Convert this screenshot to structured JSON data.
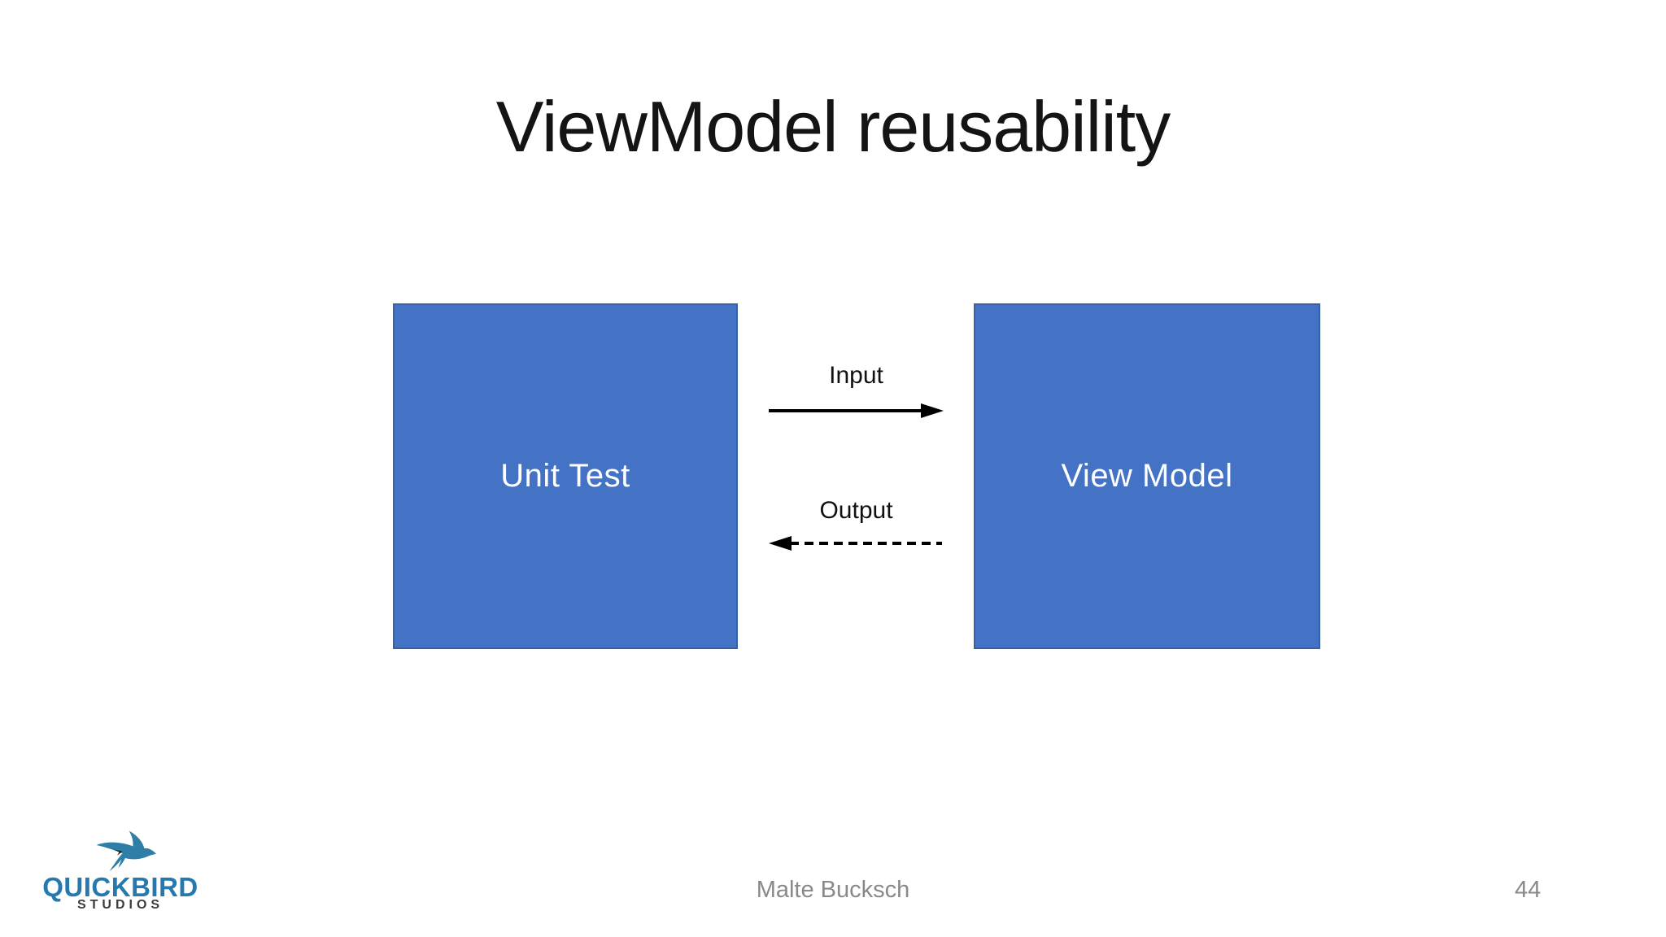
{
  "slide": {
    "title": "ViewModel reusability",
    "background_color": "#FFFFFF"
  },
  "diagram": {
    "left_box": {
      "label": "Unit Test",
      "fill_color": "#4472C4",
      "border_color": "#2F528F",
      "text_color": "#FFFFFF"
    },
    "right_box": {
      "label": "View Model",
      "fill_color": "#4472C4",
      "border_color": "#2F528F",
      "text_color": "#FFFFFF"
    },
    "arrows": [
      {
        "label": "Input",
        "style": "solid",
        "direction": "right",
        "color": "#000000"
      },
      {
        "label": "Output",
        "style": "dashed",
        "direction": "left",
        "color": "#000000"
      }
    ]
  },
  "footer": {
    "author": "Malte Bucksch",
    "page_number": "44",
    "text_color": "#898989"
  },
  "logo": {
    "brand": "QUICKBIRD",
    "subtitle": "STUDIOS",
    "brand_color": "#2579AE",
    "subtitle_color": "#3B3B3B",
    "bird_icon": "swallow-bird-icon",
    "bird_color": "#2E7EA7"
  }
}
